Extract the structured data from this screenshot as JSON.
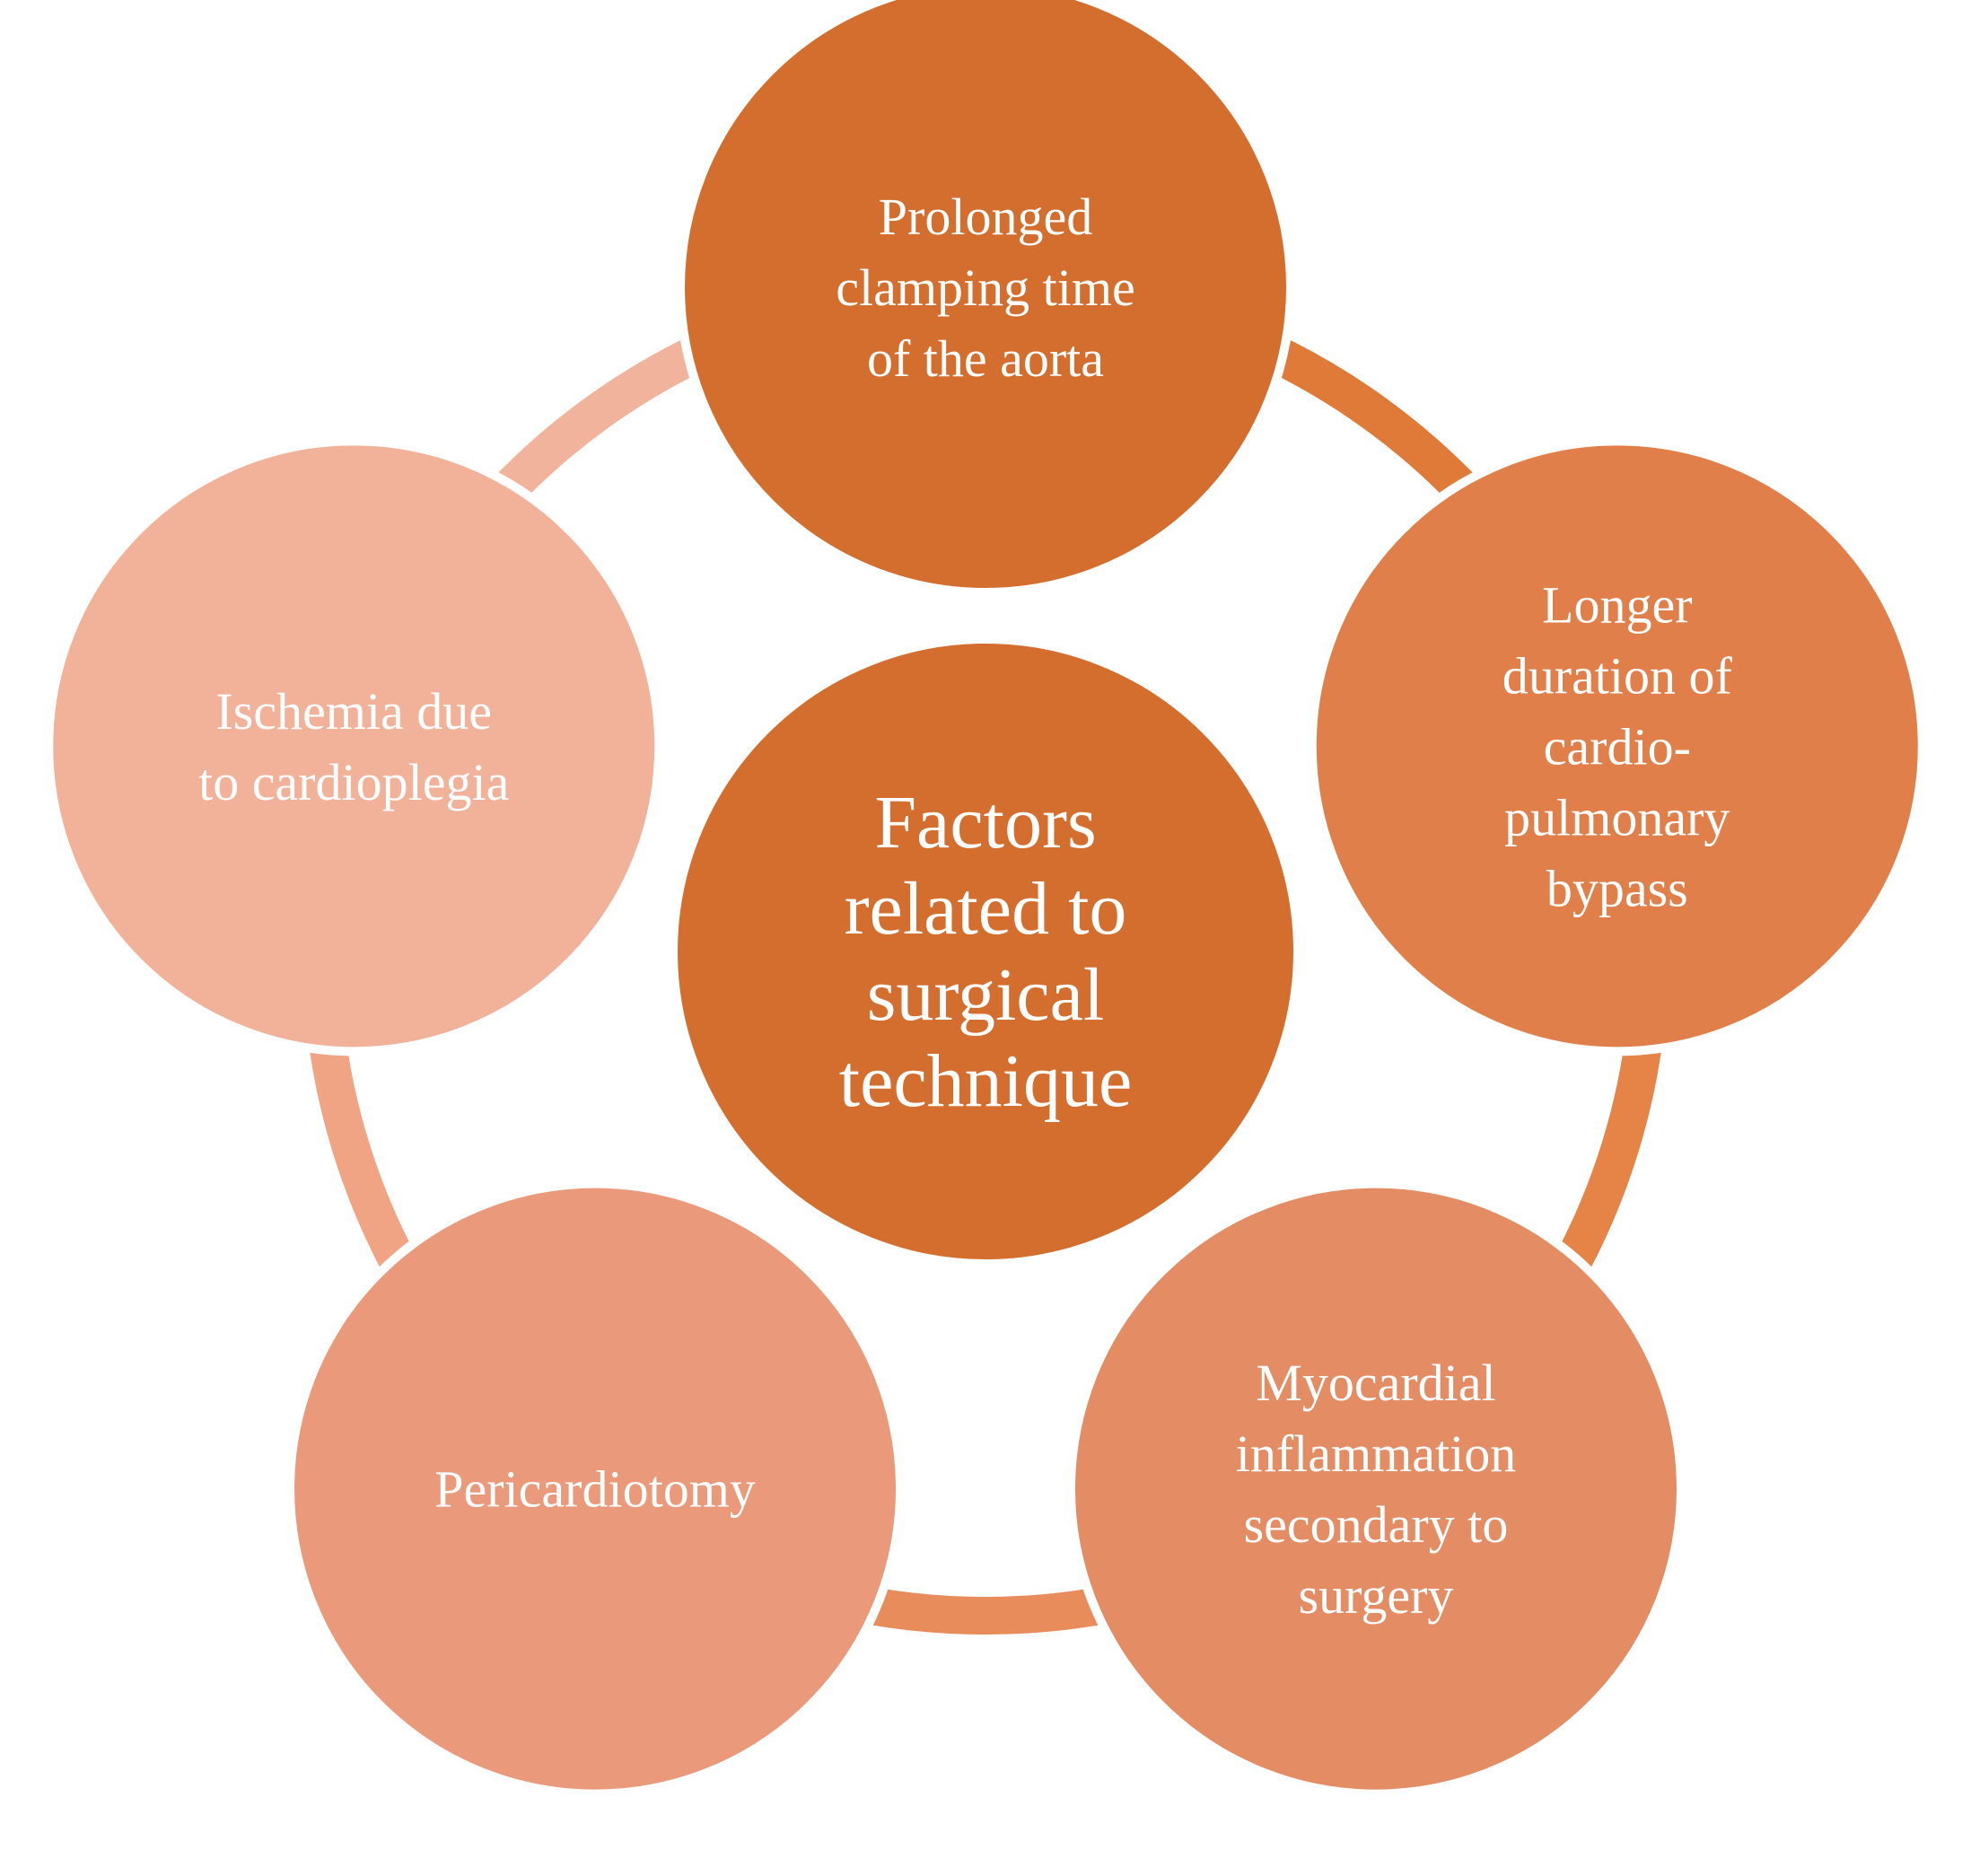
{
  "diagram": {
    "center": {
      "lines": [
        "Factors",
        "related to",
        "surgical",
        "technique"
      ],
      "color": "#D46E2E"
    },
    "nodes": [
      {
        "id": "aorta-clamping",
        "lines": [
          "Prolonged",
          "clamping time",
          "of the aorta"
        ],
        "color": "#D46E2E"
      },
      {
        "id": "cpb-duration",
        "lines": [
          "Longer",
          "duration of",
          "cardio-",
          "pulmonary",
          "bypass"
        ],
        "color": "#E07F4A"
      },
      {
        "id": "myocardial-inflammation",
        "lines": [
          "Myocardial",
          "inflammation",
          "secondary to",
          "surgery"
        ],
        "color": "#E48C64"
      },
      {
        "id": "pericardiotomy",
        "lines": [
          "Pericardiotomy"
        ],
        "color": "#EA9A7A"
      },
      {
        "id": "ischemia-cardioplegia",
        "lines": [
          "Ischemia due",
          "to cardioplegia"
        ],
        "color": "#F2B29A"
      }
    ],
    "ring_colors": [
      "#E07A38",
      "#E68448",
      "#E88C5C",
      "#F0A483",
      "#F2B39C"
    ]
  }
}
